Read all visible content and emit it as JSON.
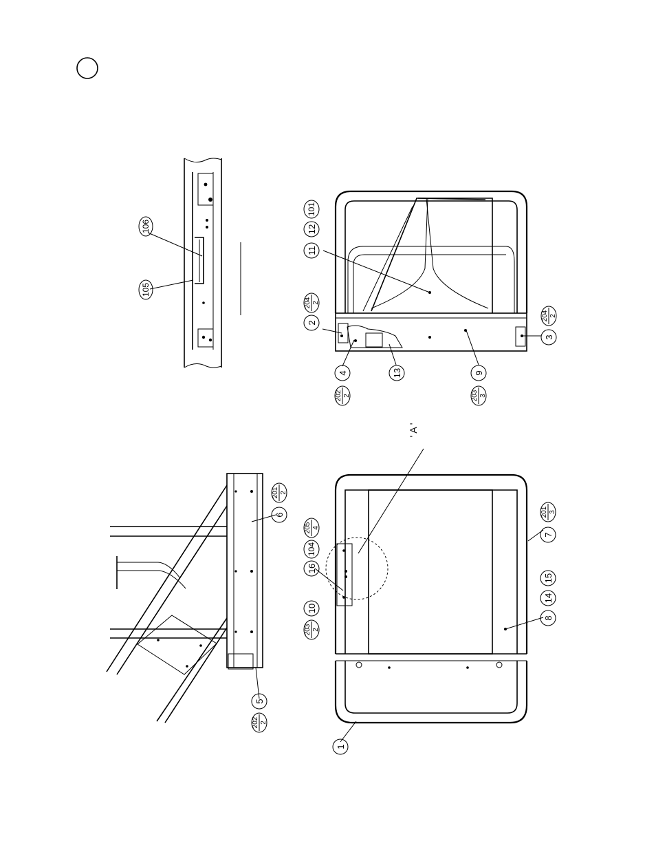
{
  "page": {
    "section_marker": ""
  },
  "view_label": "A",
  "callouts": {
    "c1": "1",
    "c2": "2",
    "c3": "3",
    "c4": "4",
    "c5": "5",
    "c6": "6",
    "c7": "7",
    "c8": "8",
    "c9": "9",
    "c10": "10",
    "c11": "11",
    "c12": "12",
    "c13": "13",
    "c14": "14",
    "c15": "15",
    "c16": "16",
    "c101": "101",
    "c104": "104",
    "c105": "105",
    "c106": "106"
  },
  "fraction_callouts": {
    "f201_2": {
      "num": "201",
      "den": "2"
    },
    "f201_3": {
      "num": "201",
      "den": "3"
    },
    "f202_2a": {
      "num": "202",
      "den": "2"
    },
    "f202_2b": {
      "num": "202",
      "den": "2"
    },
    "f203_2": {
      "num": "203",
      "den": "2"
    },
    "f203_3": {
      "num": "203",
      "den": "3"
    },
    "f204_2a": {
      "num": "204",
      "den": "2"
    },
    "f204_2b": {
      "num": "204",
      "den": "2"
    },
    "f205_4": {
      "num": "205",
      "den": "4"
    }
  }
}
